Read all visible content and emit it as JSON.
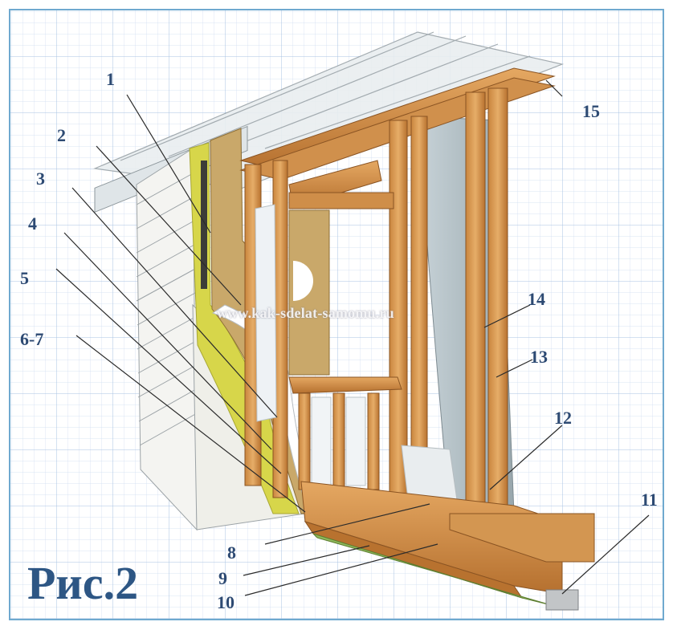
{
  "watermark": "www.kak-sdelat-samomu.ru",
  "caption": "Рис.2",
  "callouts": [
    {
      "id": "1",
      "label": "1"
    },
    {
      "id": "2",
      "label": "2"
    },
    {
      "id": "3",
      "label": "3"
    },
    {
      "id": "4",
      "label": "4"
    },
    {
      "id": "5",
      "label": "5"
    },
    {
      "id": "6-7",
      "label": "6-7"
    },
    {
      "id": "8",
      "label": "8"
    },
    {
      "id": "9",
      "label": "9"
    },
    {
      "id": "10",
      "label": "10"
    },
    {
      "id": "11",
      "label": "11"
    },
    {
      "id": "12",
      "label": "12"
    },
    {
      "id": "13",
      "label": "13"
    },
    {
      "id": "14",
      "label": "14"
    },
    {
      "id": "15",
      "label": "15"
    }
  ],
  "colors": {
    "grid": "#bfd4ea",
    "frame_border": "#6fa9cf",
    "wood": "#d99a55",
    "wood_dark": "#a8652a",
    "insulation": "#d8d84a",
    "osb": "#c9a86a",
    "siding": "#f4f4f1",
    "callout_text": "#2d4a73",
    "caption_text": "#2d5684"
  }
}
